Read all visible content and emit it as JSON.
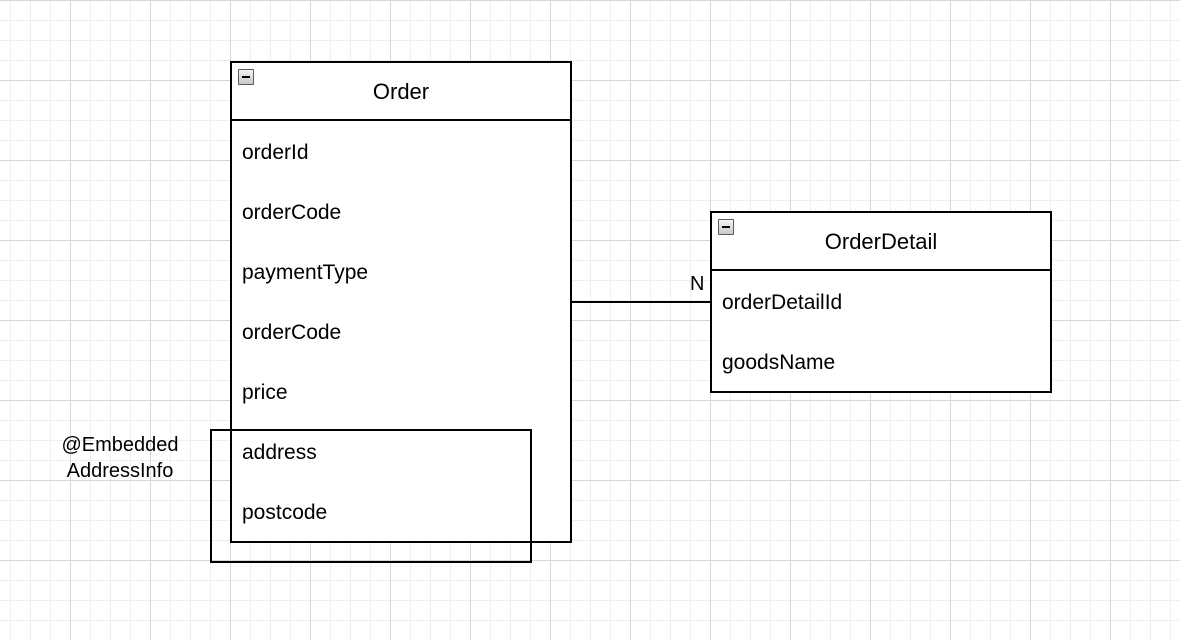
{
  "entities": {
    "order": {
      "title": "Order",
      "attributes": [
        "orderId",
        "orderCode",
        "paymentType",
        "orderCode",
        "price",
        "address",
        "postcode"
      ]
    },
    "order_detail": {
      "title": "OrderDetail",
      "attributes": [
        "orderDetailId",
        "goodsName"
      ]
    }
  },
  "relationship": {
    "cardinality": "N"
  },
  "embedded_group": {
    "annotation": "@Embedded",
    "class_name": "AddressInfo"
  }
}
